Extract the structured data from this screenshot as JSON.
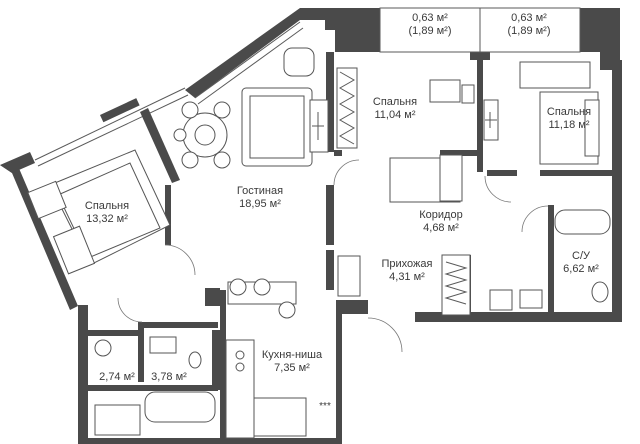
{
  "rooms": [
    {
      "id": "bedroom-left",
      "name": "Спальня",
      "area": "13,32 м²"
    },
    {
      "id": "living",
      "name": "Гостиная",
      "area": "18,95 м²"
    },
    {
      "id": "bedroom-mid",
      "name": "Спальня",
      "area": "11,04 м²"
    },
    {
      "id": "bedroom-right",
      "name": "Спальня",
      "area": "11,18 м²"
    },
    {
      "id": "corridor",
      "name": "Коридор",
      "area": "4,68 м²"
    },
    {
      "id": "hall",
      "name": "Прихожая",
      "area": "4,31 м²"
    },
    {
      "id": "bath",
      "name": "С/У",
      "area": "6,62 м²"
    },
    {
      "id": "kitchen",
      "name": "Кухня-ниша",
      "area": "7,35 м²"
    },
    {
      "id": "wc-small",
      "name": "",
      "area": "2,74 м²"
    },
    {
      "id": "bath-small",
      "name": "",
      "area": "3,78 м²"
    }
  ],
  "balconies": [
    {
      "id": "balcony-left",
      "area": "0,63 м²",
      "area_alt": "(1,89 м²)"
    },
    {
      "id": "balcony-right",
      "area": "0,63 м²",
      "area_alt": "(1,89 м²)"
    }
  ],
  "stove_label": "***"
}
